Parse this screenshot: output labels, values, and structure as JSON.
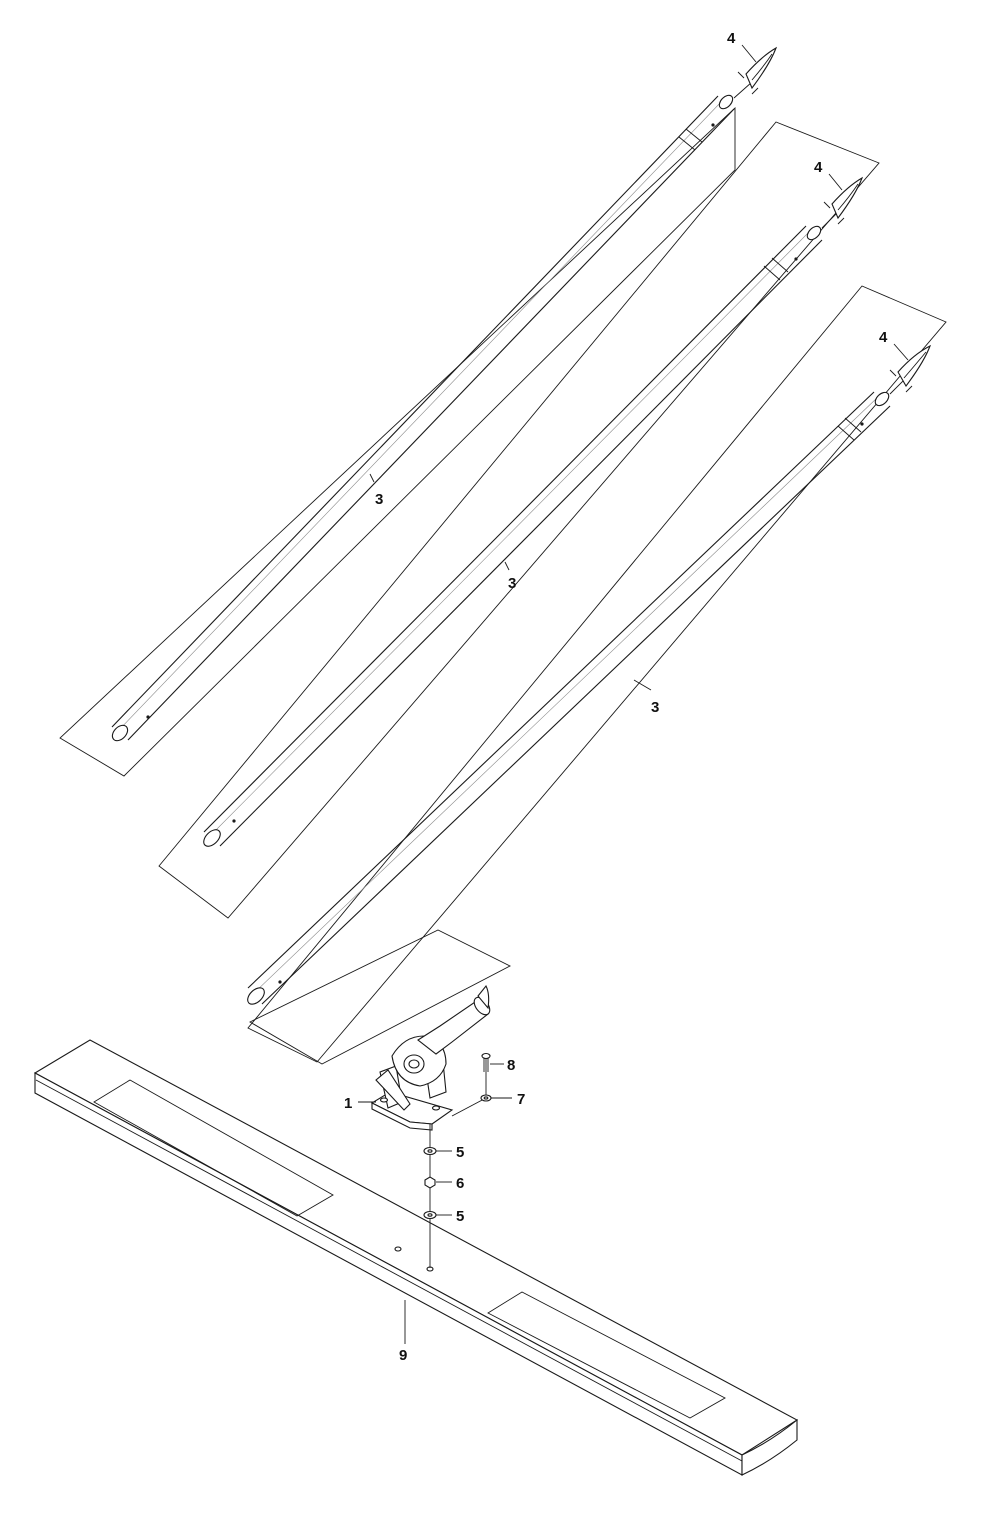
{
  "callouts": {
    "pole_1": "3",
    "pole_2": "3",
    "pole_3": "3",
    "cap_1": "4",
    "cap_2": "4",
    "cap_3": "4",
    "head": "1",
    "washer_top": "5",
    "nut": "6",
    "washer_bottom": "5",
    "bolt_washer": "7",
    "bolt": "8",
    "bar": "9"
  },
  "colors": {
    "line": "#1a1a1a",
    "background": "#ffffff"
  }
}
